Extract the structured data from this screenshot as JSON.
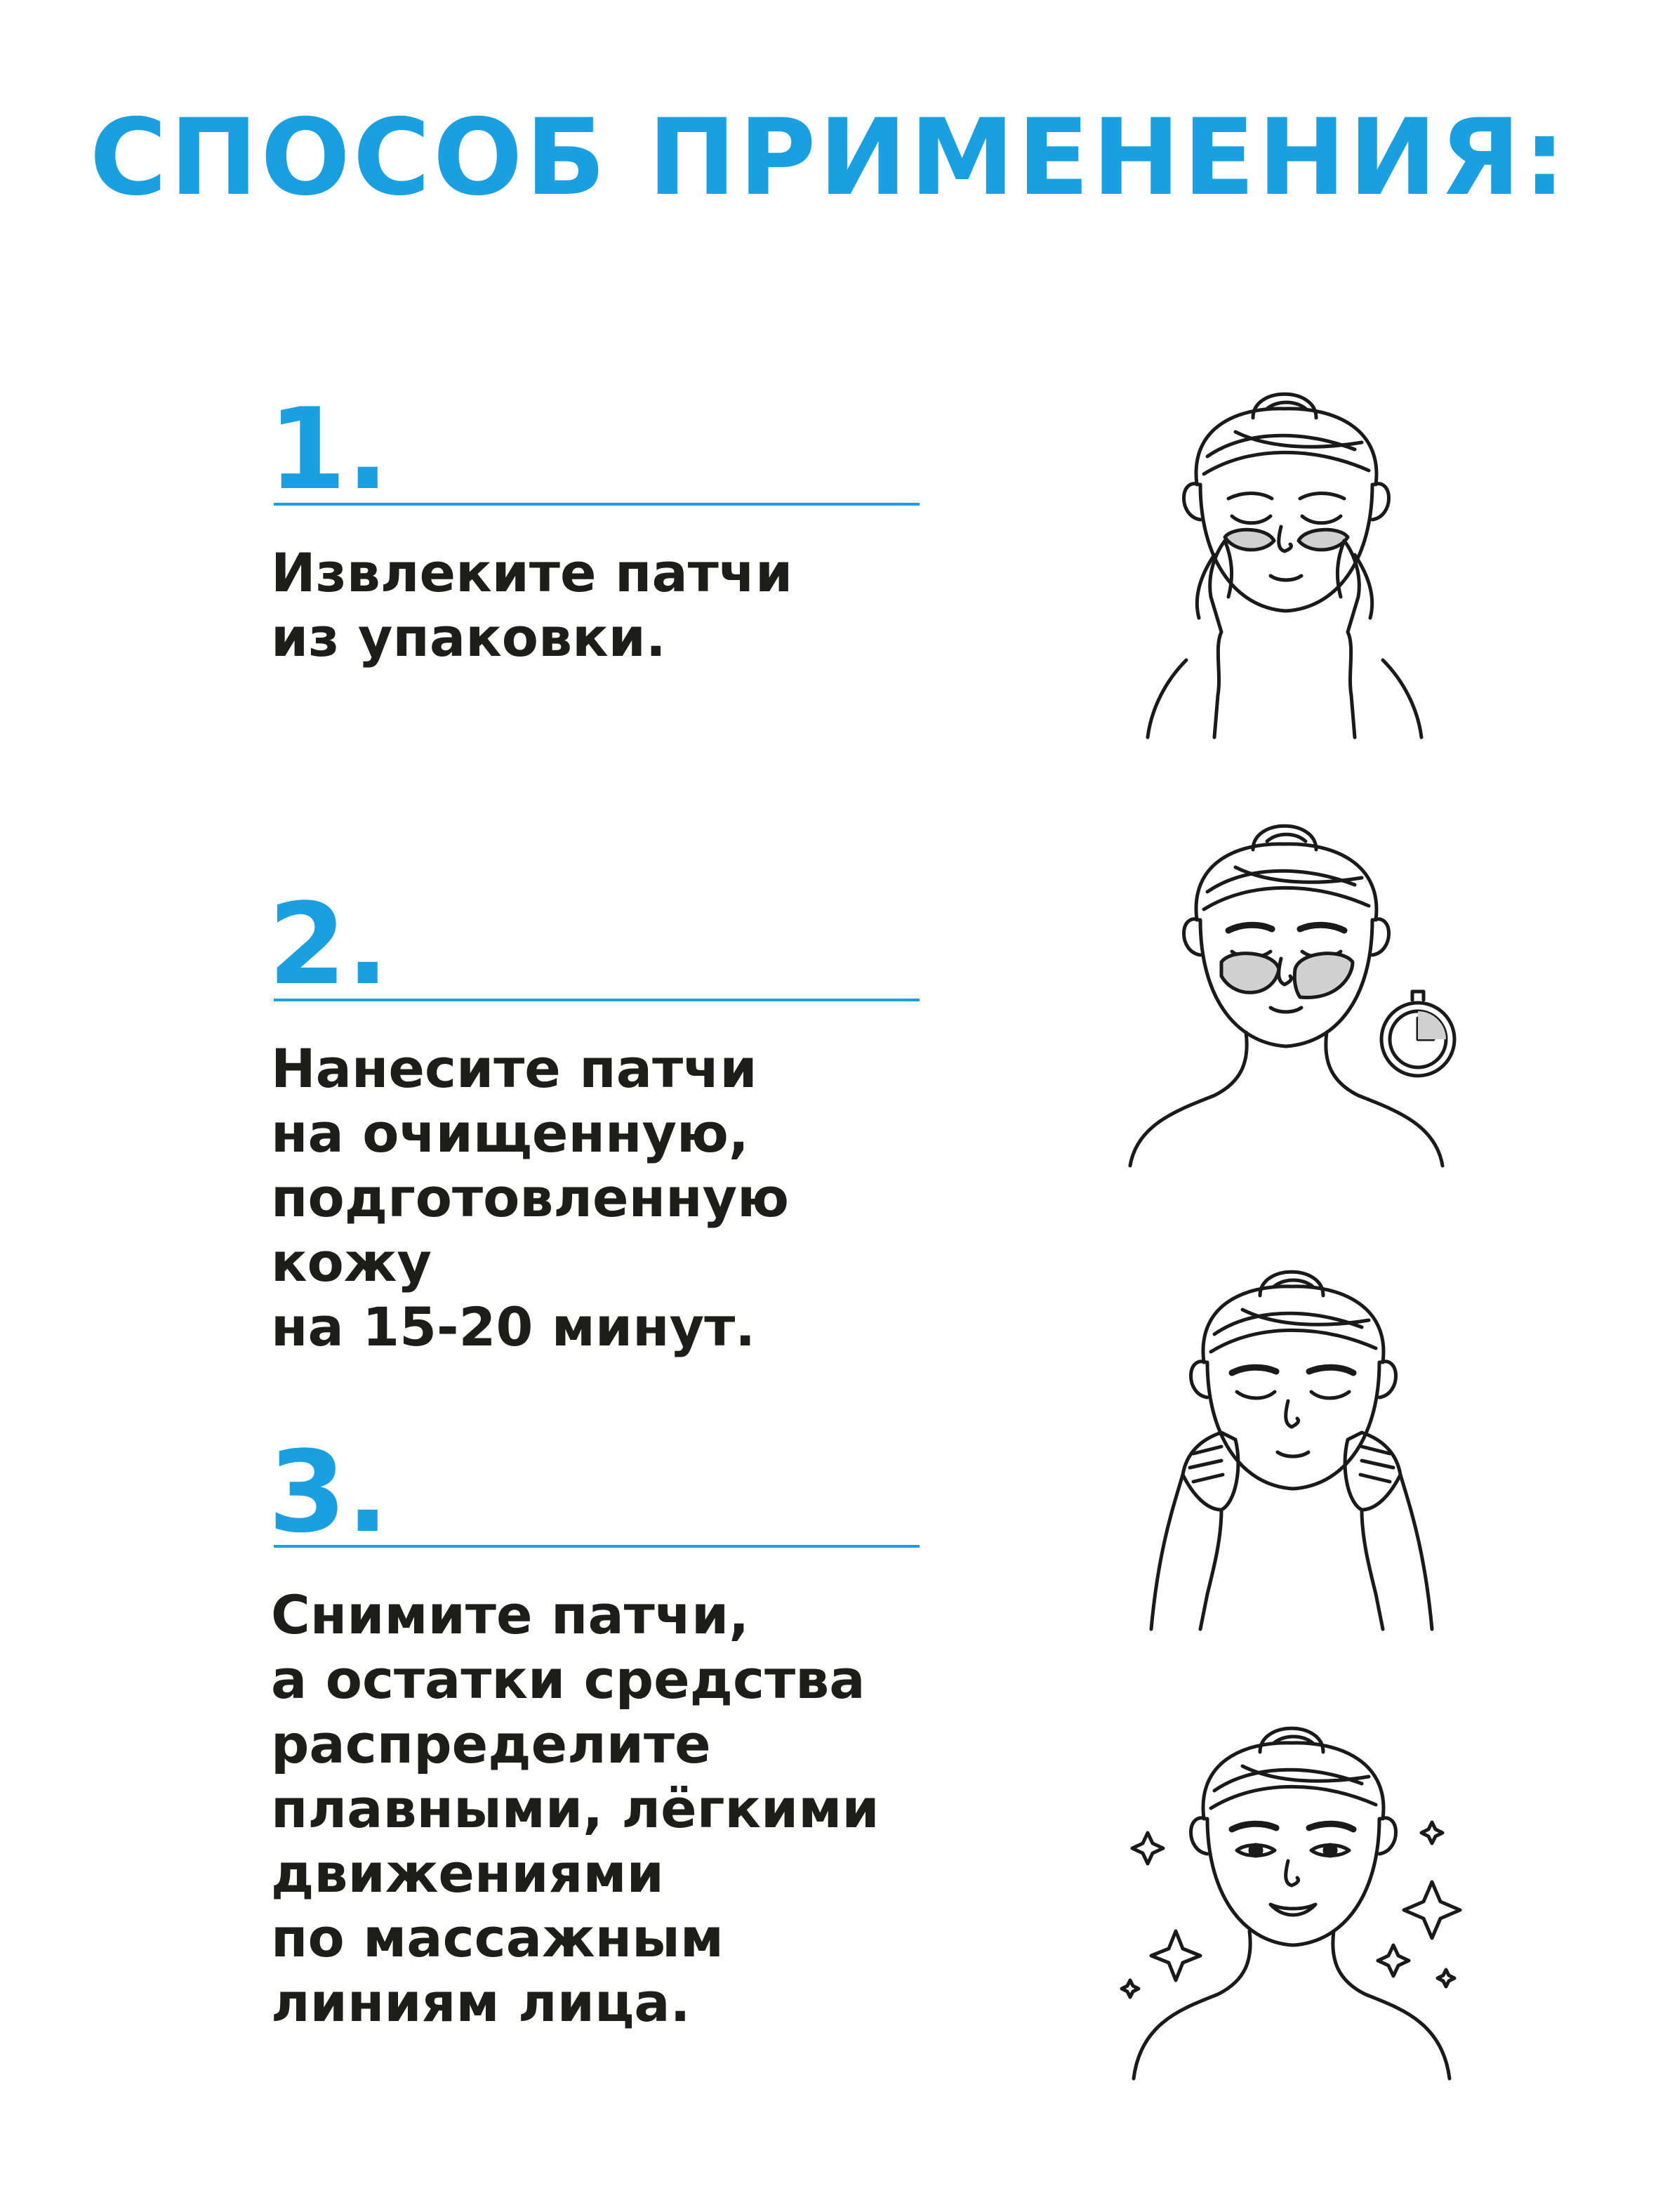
{
  "colors": {
    "accent": "#1aa0e0",
    "text": "#1d1d1b",
    "line": "#1a1a1a",
    "patch": "#d0d0d0"
  },
  "title": "СПОСОБ ПРИМЕНЕНИЯ:",
  "steps": [
    {
      "number": "1.",
      "text": "Извлеките патчи\nиз упаковки."
    },
    {
      "number": "2.",
      "text": "Нанесите патчи\nна очищенную,\nподготовленную кожу\nна 15-20 минут."
    },
    {
      "number": "3.",
      "text": "Снимите патчи,\nа остатки средства\nраспределите\nплавными, лёгкими\nдвижениями\nпо массажным\nлиниям лица."
    }
  ],
  "illustrations": [
    {
      "icon": "face-applying-patches-icon"
    },
    {
      "icon": "face-with-patches-timer-icon"
    },
    {
      "icon": "face-massage-hands-icon"
    },
    {
      "icon": "face-glowing-sparkles-icon"
    }
  ]
}
